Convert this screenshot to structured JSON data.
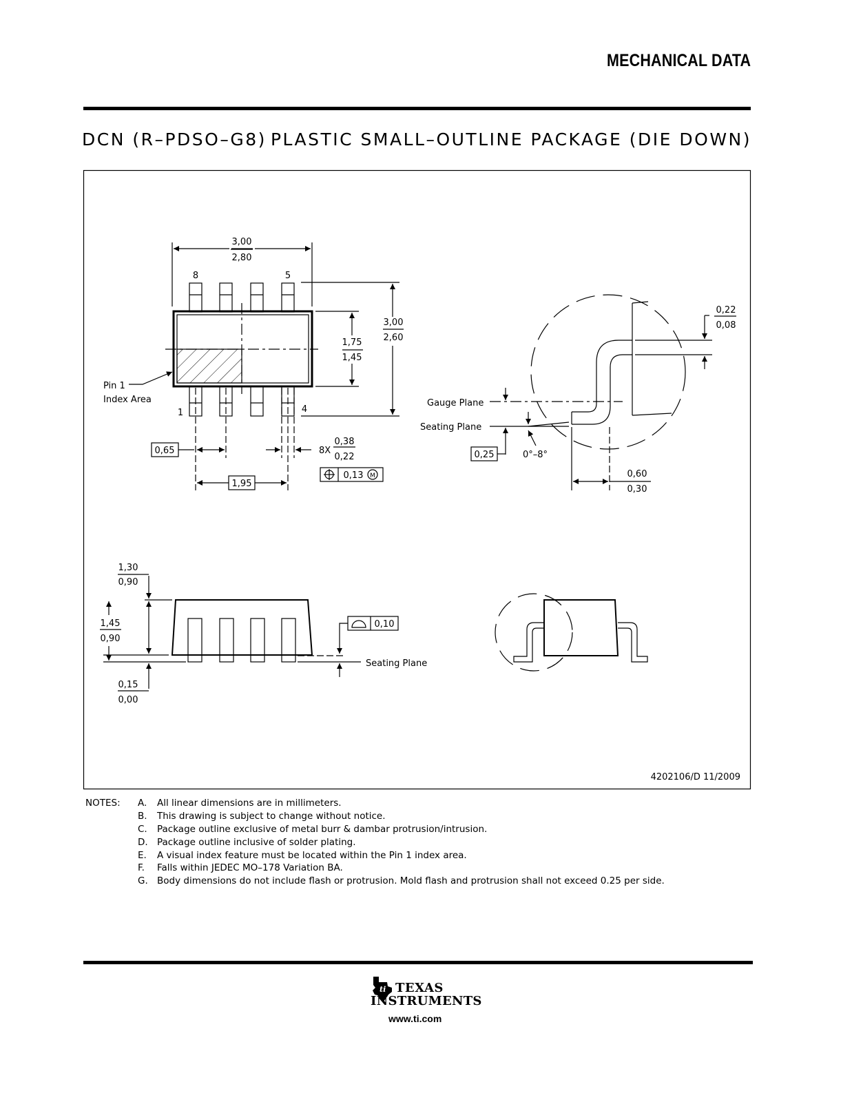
{
  "header": {
    "title": "MECHANICAL DATA"
  },
  "package": {
    "code": "DCN (R–PDSO–G8)",
    "description": "PLASTIC SMALL–OUTLINE PACKAGE (DIE DOWN)"
  },
  "drawing": {
    "top_view": {
      "width_max": "3,00",
      "width_min": "2,80",
      "pin8": "8",
      "pin5": "5",
      "pin1": "1",
      "pin4": "4",
      "overall_max": "3,00",
      "overall_min": "2,60",
      "body_max": "1,75",
      "body_min": "1,45",
      "pin1_label_line1": "Pin 1",
      "pin1_label_line2": "Index Area",
      "pitch": "0,65",
      "lead_count": "8X",
      "lead_width_max": "0,38",
      "lead_width_min": "0,22",
      "position_tolerance": "0,13",
      "mmc": "M",
      "span": "1,95"
    },
    "detail_view": {
      "standoff_max": "0,22",
      "standoff_min": "0,08",
      "gauge_plane": "Gauge Plane",
      "seating_plane": "Seating Plane",
      "gauge_height": "0,25",
      "angle": "0°–8°",
      "foot_max": "0,60",
      "foot_min": "0,30"
    },
    "side_view": {
      "height_max": "1,30",
      "height_min": "0,90",
      "body_max": "1,45",
      "body_min": "0,90",
      "standoff_max": "0,15",
      "standoff_min": "0,00",
      "coplanarity": "0,10",
      "seating_plane": "Seating Plane"
    },
    "drawing_number": "4202106/D  11/2009"
  },
  "notes": {
    "heading": "NOTES:",
    "items": [
      {
        "letter": "A.",
        "text": "All linear dimensions are in millimeters."
      },
      {
        "letter": "B.",
        "text": "This drawing is subject to change without notice."
      },
      {
        "letter": "C.",
        "text": "Package outline exclusive of metal burr & dambar protrusion/intrusion."
      },
      {
        "letter": "D.",
        "text": "Package outline inclusive of solder plating."
      },
      {
        "letter": "E.",
        "text": "A visual index feature must be located within the Pin 1 index area."
      },
      {
        "letter": "F.",
        "text": "Falls within JEDEC MO–178 Variation BA."
      },
      {
        "letter": "G.",
        "text": "Body dimensions do not include flash or protrusion. Mold flash and protrusion shall not exceed 0.25 per side."
      }
    ]
  },
  "footer": {
    "logo_line1": "TEXAS",
    "logo_line2": "INSTRUMENTS",
    "url": "www.ti.com"
  }
}
